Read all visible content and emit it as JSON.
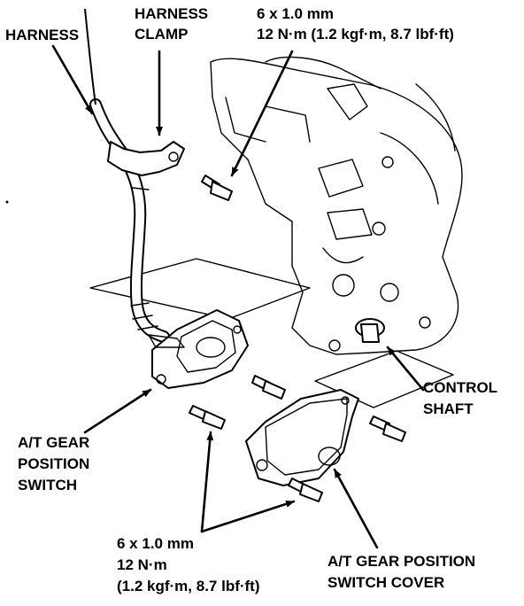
{
  "labels": {
    "harness": "HARNESS",
    "harness_clamp_line1": "HARNESS",
    "harness_clamp_line2": "CLAMP",
    "top_spec_line1": "6 x 1.0 mm",
    "top_spec_line2": "12 N·m (1.2 kgf·m, 8.7 lbf·ft)",
    "control_shaft_line1": "CONTROL",
    "control_shaft_line2": "SHAFT",
    "switch_line1": "A/T GEAR",
    "switch_line2": "POSITION",
    "switch_line3": "SWITCH",
    "bottom_spec_line1": "6 x 1.0 mm",
    "bottom_spec_line2": "12 N·m",
    "bottom_spec_line3": "(1.2 kgf·m, 8.7 lbf·ft)",
    "cover_line1": "A/T GEAR POSITION",
    "cover_line2": "SWITCH COVER"
  }
}
